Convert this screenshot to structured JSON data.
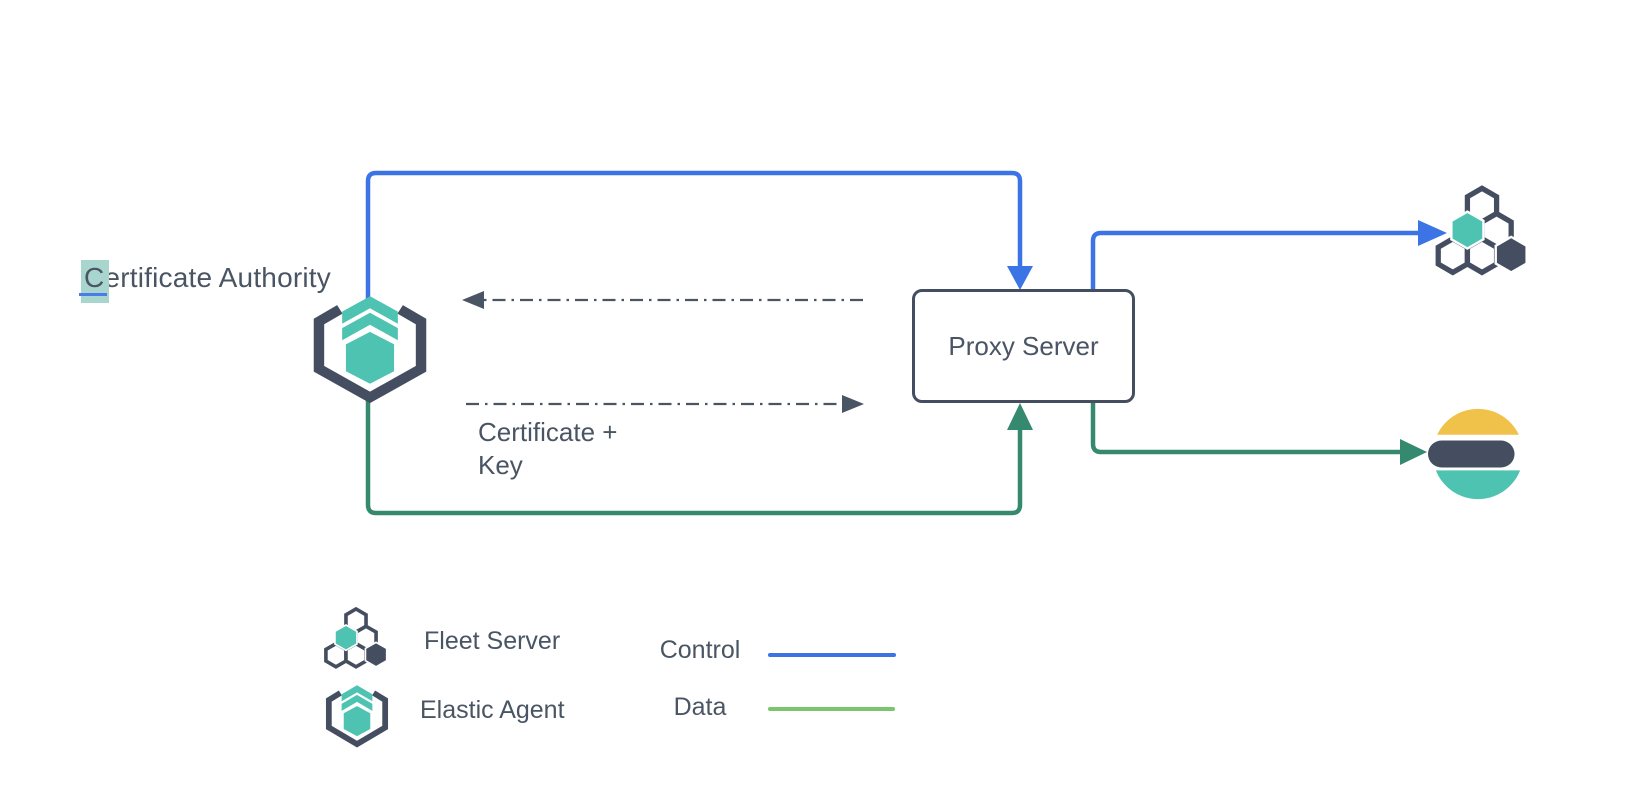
{
  "colors": {
    "control": "#3c74e6",
    "data_flow": "#34896f",
    "data_legend": "#7bc56f",
    "dash": "#4a5564",
    "text": "#4a5564",
    "teal": "#4ec3b1",
    "slate": "#454e61",
    "yellow": "#f0c24a",
    "highlight": "#a8d5cd",
    "highlight_underline": "#4a7be8",
    "box_border": "#454e61"
  },
  "nodes": {
    "certificate_authority": {
      "label_highlight": "C",
      "label_rest": "ertificate Authority"
    },
    "proxy_server": {
      "label": "Proxy Server"
    },
    "certificate_key": {
      "line1": "Certificate +",
      "line2": "Key"
    }
  },
  "legend": {
    "fleet_server": "Fleet Server",
    "elastic_agent": "Elastic Agent",
    "control": "Control",
    "data": "Data"
  },
  "icons": {
    "elastic_agent": "elastic-agent-hexagon-icon",
    "fleet_server": "fleet-server-honeycomb-icon",
    "elasticsearch": "elasticsearch-logo-icon"
  }
}
